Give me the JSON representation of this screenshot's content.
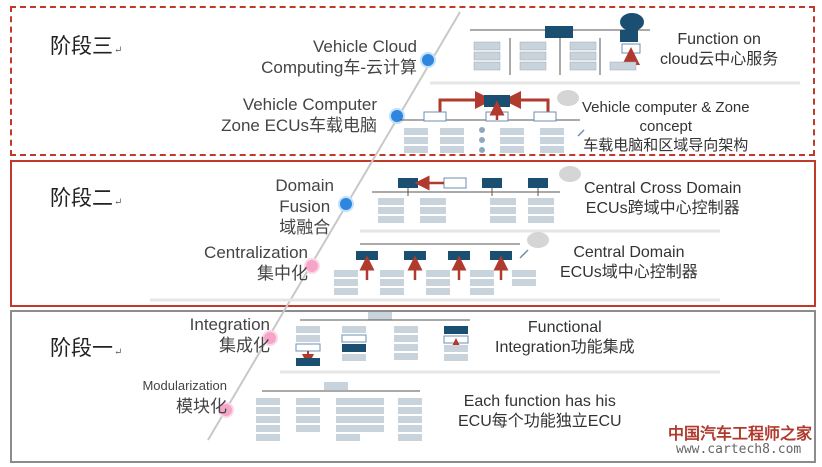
{
  "stages": [
    {
      "label": "阶段三",
      "marker": "↵"
    },
    {
      "label": "阶段二",
      "marker": "↵"
    },
    {
      "label": "阶段一",
      "marker": "↵"
    }
  ],
  "timeline": {
    "cloud": {
      "line1": "Vehicle Cloud",
      "line2": "Computing车-云计算"
    },
    "vehicle_computer": {
      "line1": "Vehicle Computer",
      "line2": "Zone ECUs车载电脑"
    },
    "domain_fusion": {
      "line1": "Domain",
      "line2": "Fusion",
      "line3": "域融合"
    },
    "centralization": {
      "line1": "Centralization",
      "line2": "集中化"
    },
    "integration": {
      "line1": "Integration",
      "line2": "集成化"
    },
    "modularization": {
      "line1": "Modularization",
      "line2": "模块化"
    }
  },
  "descriptions": {
    "cloud": {
      "line1": "Function on",
      "line2": "cloud云中心服务"
    },
    "zone": {
      "line1": "Vehicle computer & Zone",
      "line2": "concept",
      "line3": "车载电脑和区域导向架构"
    },
    "cross_domain": {
      "line1": "Central Cross Domain",
      "line2": "ECUs跨域中心控制器"
    },
    "central_domain": {
      "line1": "Central Domain",
      "line2": "ECUs域中心控制器"
    },
    "functional_integration": {
      "line1": "Functional",
      "line2": "Integration功能集成"
    },
    "each_function": {
      "line1": "Each function has his",
      "line2": "ECU每个功能独立ECU"
    }
  },
  "watermark": {
    "line1": "中国汽车工程师之家",
    "line2": "www.cartech8.com"
  },
  "colors": {
    "frame_red": "#c0392b",
    "frame_gray": "#8c8c8c",
    "node_blue": "#1b4f72",
    "arrow_red": "#b03a2e",
    "dot_blue": "#2e86de",
    "dot_pink": "#f5a6c8"
  }
}
